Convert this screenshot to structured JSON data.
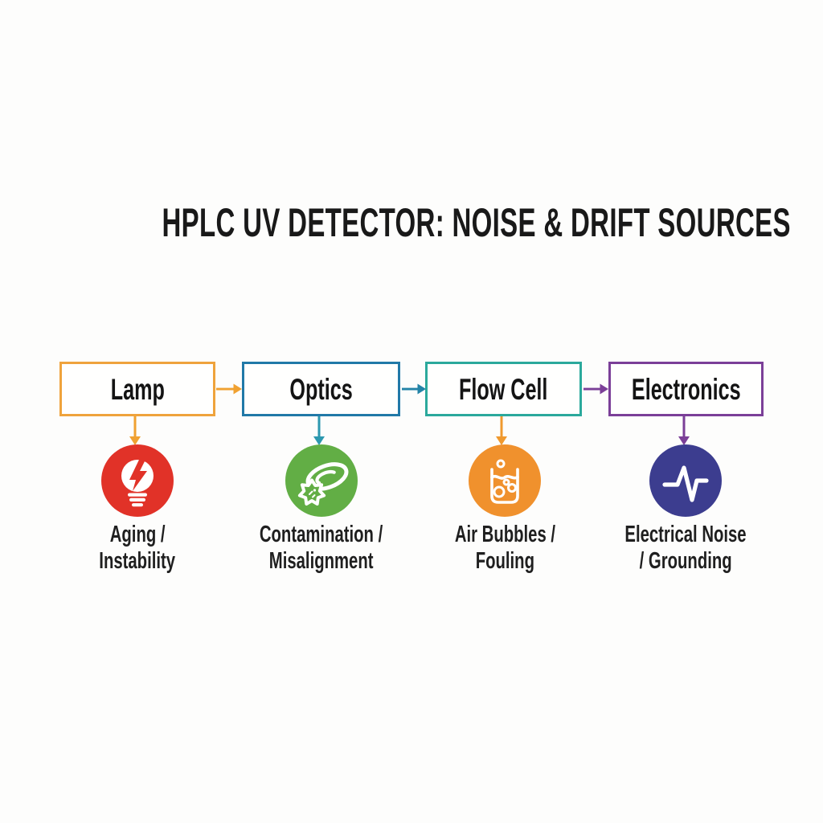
{
  "title": "HPLC UV DETECTOR: NOISE & DRIFT SOURCES",
  "colors": {
    "background": "#fdfdfc",
    "title_text": "#191919",
    "caption_text": "#1f1f1f"
  },
  "flow": {
    "nodes": [
      {
        "label": "Lamp",
        "box_color": "#efa33c",
        "down_arrow_color": "#f0a131",
        "icon": "bulb-lightning-icon",
        "icon_bg": "#e13228",
        "caption_lines": [
          "Aging /",
          "Instability"
        ]
      },
      {
        "label": "Optics",
        "box_color": "#2179a8",
        "down_arrow_color": "#2c98af",
        "icon": "lens-contamination-icon",
        "icon_bg": "#62ae45",
        "caption_lines": [
          "Contamination /",
          "Misalignment"
        ]
      },
      {
        "label": "Flow Cell",
        "box_color": "#2ba99c",
        "down_arrow_color": "#f0992e",
        "icon": "bubbles-vessel-icon",
        "icon_bg": "#f0912d",
        "caption_lines": [
          "Air Bubbles /",
          "Fouling"
        ]
      },
      {
        "label": "Electronics",
        "box_color": "#7b3f98",
        "down_arrow_color": "#7b3f98",
        "icon": "noise-waveform-icon",
        "icon_bg": "#3c3d8f",
        "caption_lines": [
          "Electrical Noise",
          "/ Grounding"
        ]
      }
    ],
    "connectors": [
      {
        "from": "Lamp",
        "to": "Optics",
        "color": "#f0a131"
      },
      {
        "from": "Optics",
        "to": "Flow Cell",
        "color": "#2383a7"
      },
      {
        "from": "Flow Cell",
        "to": "Electronics",
        "color": "#7b3f98"
      }
    ]
  }
}
